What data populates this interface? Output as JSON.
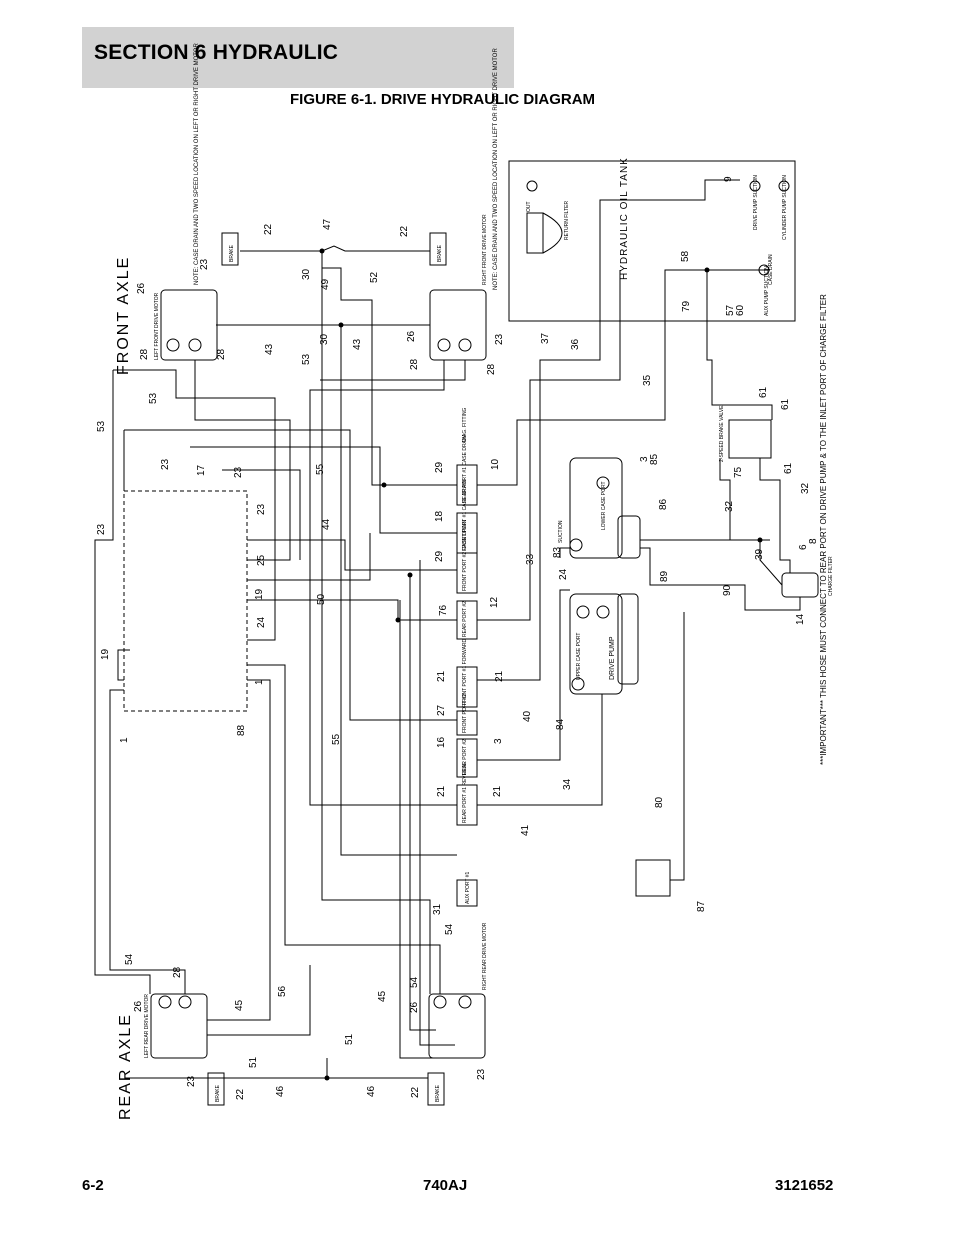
{
  "header": {
    "section_title": "SECTION 6   HYDRAULIC"
  },
  "figure": {
    "title": "FIGURE 6-1. DRIVE HYDRAULIC DIAGRAM"
  },
  "diagram": {
    "axle_front": "FRONT AXLE",
    "axle_rear": "REAR AXLE",
    "tank": "HYDRAULIC OIL TANK",
    "drive_pump": "DRIVE PUMP",
    "important": "***IMPORTANT*** THIS HOSE MUST CONNECT TO REAR PORT ON DRIVE PUMP & TO THE INLET PORT OF CHARGE FILTER",
    "note_left": "NOTE: CASE DRAIN AND TWO SPEED LOCATION ON LEFT OR RIGHT DRIVE MOTOR",
    "note_right": "NOTE: CASE DRAIN AND TWO SPEED LOCATION ON LEFT OR RIGHT DRIVE MOTOR",
    "components": {
      "brake": "BRAKE",
      "left_front": "LEFT FRONT DRIVE MOTOR",
      "right_front": "RIGHT FRONT DRIVE MOTOR",
      "left_rear": "LEFT REAR DRIVE MOTOR",
      "right_rear": "RIGHT REAR DRIVE MOTOR",
      "two_speed": "2-SPEED BRAKE VALVE",
      "charge_filter": "CHARGE FILTER",
      "return_filter": "RETURN FILTER",
      "out": "OUT",
      "drive_pump_suction": "DRIVE PUMP SUCTION",
      "cyl_pump_suction": "CYLINDER PUMP SUCTION",
      "case_drain": "CASE DRAIN",
      "aux_pump_suction": "AUX PUMP SUCTION",
      "suction": "SUCTION",
      "lower_case_port": "LOWER CASE PORT",
      "upper_case_port": "UPPER CASE PORT",
      "fp_case_drain": "FRONT PORT #1 CASE DRAIN",
      "fp2_case_drain": "FRONT PORT #2 CASE DRAIN",
      "rp_case_drain": "REAR PORT #1 CASE DRAIN",
      "rp2": "REAR PORT #2",
      "fp_forward": "FRONT PORT #1 FORWARD",
      "fp2": "FRONT PORT #2",
      "rp2b": "REAR PORT #2",
      "rp_reverse": "REAR PORT #1 REVERSE",
      "aux_port": "AUX PORT #1",
      "diag_fitting": "DIAG. FITTING"
    },
    "labels": {
      "h47": "47",
      "h22a": "22",
      "h22b": "22",
      "h30a": "30",
      "h49": "49",
      "h52": "52",
      "h23a": "23",
      "h26a": "26",
      "h28a": "28",
      "h43a": "43",
      "h30b": "30",
      "h43b": "43",
      "h26b": "26",
      "h28b": "28",
      "h28c": "28",
      "h23b": "23",
      "h53a": "53",
      "h53b": "53",
      "h53c": "53",
      "h23c": "23",
      "h17": "17",
      "h23d": "23",
      "h23e": "23",
      "h23f": "23",
      "h25": "25",
      "h19a": "19",
      "h24a": "24",
      "h19b": "19",
      "h1a": "1",
      "h1b": "1",
      "h88": "88",
      "h55a": "55",
      "h44": "44",
      "h50": "50",
      "h55b": "55",
      "h29a": "29",
      "h10": "10",
      "h18": "18",
      "h29b": "29",
      "h76": "76",
      "h12": "12",
      "h21a": "21",
      "h21b": "21",
      "h27": "27",
      "h16": "16",
      "h3a": "3",
      "h21c": "21",
      "h21d": "21",
      "h37": "37",
      "h36": "36",
      "h35": "35",
      "h33": "33",
      "h58": "58",
      "h79": "79",
      "h57": "57",
      "h60": "60",
      "h9": "9",
      "h61a": "61",
      "h61b": "61",
      "h61c": "61",
      "h75": "75",
      "h32a": "32",
      "h32b": "32",
      "h3b": "3",
      "h85": "85",
      "h86": "86",
      "h89": "89",
      "h83": "83",
      "h24b": "24",
      "h39": "39",
      "h6": "6",
      "h8": "8",
      "h90": "90",
      "h14": "14",
      "h40": "40",
      "h84": "84",
      "h34": "34",
      "h41": "41",
      "h80": "80",
      "h87": "87",
      "h31": "31",
      "h54a": "54",
      "h54b": "54",
      "h54c": "54",
      "h28d": "28",
      "h28e": "28",
      "h26c": "26",
      "h26d": "26",
      "h45a": "45",
      "h45b": "45",
      "h56": "56",
      "h51a": "51",
      "h51b": "51",
      "h23g": "23",
      "h23h": "23",
      "h22c": "22",
      "h22d": "22",
      "h46a": "46",
      "h46b": "46"
    }
  },
  "footer": {
    "page": "6-2",
    "model": "740AJ",
    "doc_number": "3121652"
  }
}
